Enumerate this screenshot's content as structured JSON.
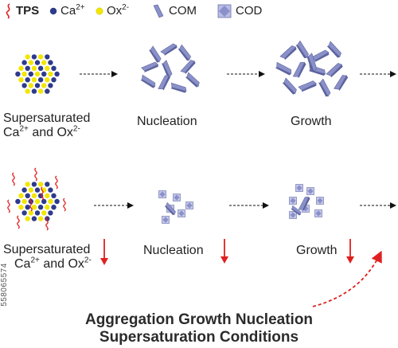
{
  "legend": {
    "tps": "TPS",
    "ca": "Ca",
    "ca_charge": "2+",
    "ox": "Ox",
    "ox_charge": "2-",
    "com": "COM",
    "cod": "COD"
  },
  "row1": {
    "label_supersaturated_line1": "Supersaturated",
    "label_supersaturated_ca": "Ca",
    "label_supersaturated_ca_charge": "2+",
    "label_supersaturated_and": "and Ox",
    "label_supersaturated_ox_charge": "2-",
    "label_nucleation": "Nucleation",
    "label_growth": "Growth"
  },
  "row2": {
    "label_supersaturated_line1": "Supersaturated",
    "label_supersaturated_ca": "Ca",
    "label_supersaturated_ca_charge": "2+",
    "label_supersaturated_and": "and Ox",
    "label_supersaturated_ox_charge": "2-",
    "label_nucleation": "Nucleation",
    "label_growth": "Growth"
  },
  "title": {
    "line1": "Aggregation Growth Nucleation",
    "line2": "Supersaturation Conditions"
  },
  "stock_id": "558065574",
  "colors": {
    "ca": "#2e3a8c",
    "ox": "#f2e600",
    "crystal": "#8a90c8",
    "tps": "#e02020",
    "arrow": "#e02020"
  }
}
